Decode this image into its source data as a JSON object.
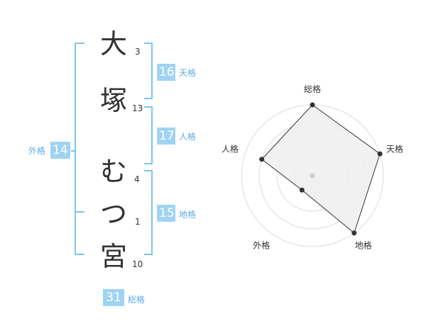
{
  "name": {
    "chars": [
      {
        "char": "大",
        "strokes": "3"
      },
      {
        "char": "塚",
        "strokes": "13"
      },
      {
        "char": "む",
        "strokes": "4"
      },
      {
        "char": "つ",
        "strokes": "1"
      },
      {
        "char": "宮",
        "strokes": "10"
      }
    ]
  },
  "fortune": {
    "tenkaku": {
      "value": "16",
      "label": "天格"
    },
    "jinkaku": {
      "value": "17",
      "label": "人格"
    },
    "chikaku": {
      "value": "15",
      "label": "地格"
    },
    "gaikaku": {
      "value": "14",
      "label": "外格"
    },
    "soukaku": {
      "value": "31",
      "label": "総格"
    }
  },
  "chart_data": {
    "type": "radar",
    "axes": [
      "総格",
      "天格",
      "地格",
      "外格",
      "人格"
    ],
    "values": [
      4,
      4,
      4,
      1,
      3
    ],
    "max": 4,
    "rings": 4,
    "colors": {
      "fill": "#efefef",
      "line": "#333333",
      "grid": "#dddddd",
      "point": "#333333",
      "center": "#cccccc"
    }
  }
}
